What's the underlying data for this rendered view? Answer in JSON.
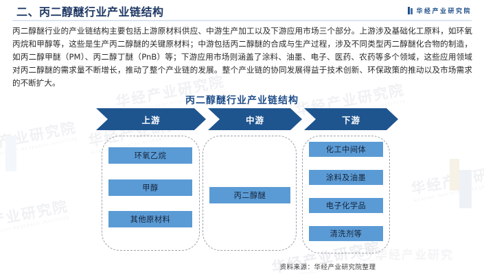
{
  "header": {
    "title": "二、丙二醇醚行业产业链结构",
    "brand_text": "华经产业研究院",
    "brand_icon": "book-mark-icon"
  },
  "body": {
    "paragraph": "丙二醇醚行业的产业链结构主要包括上游原材料供应、中游生产加工以及下游应用市场三个部分。上游涉及基础化工原料，如环氧丙烷和甲醇等，这些是生产丙二醇醚的关键原材料；中游包括丙二醇醚的合成与生产过程，涉及不同类型丙二醇醚化合物的制造，如丙二醇甲醚（PM）、丙二醇丁醚（PnB）等；下游应用市场则涵盖了涂料、油墨、电子、医药、农药等多个领域，这些应用领域对丙二醇醚的需求量不断增长，推动了整个产业链的发展。整个产业链的协同发展得益于技术创新、环保政策的推动以及市场需求的不断扩大。"
  },
  "chart_data": {
    "type": "diagram",
    "title": "丙二醇醚行业产业链结构",
    "stages": [
      {
        "label": "上游",
        "items": [
          "环氧乙烷",
          "甲醇",
          "其他原材料"
        ]
      },
      {
        "label": "中游",
        "items": [
          "丙二醇醚"
        ]
      },
      {
        "label": "下游",
        "items": [
          "化工中间体",
          "涂料及油墨",
          "电子化学品",
          "清洗剂等"
        ]
      }
    ],
    "colors": {
      "arrow": "#1f558f",
      "chip": "#5b9bd5",
      "title": "#1f4e89",
      "panel_border": "#9aa0a6"
    }
  },
  "footer": {
    "source": "资料来源：华经产业研究院整理"
  },
  "watermark": {
    "text": "华经产业研究院",
    "subtext": "HUAJING INDUSTRY RESEARCH INSTITUTE",
    "weibo_text": "华经产业研究"
  }
}
